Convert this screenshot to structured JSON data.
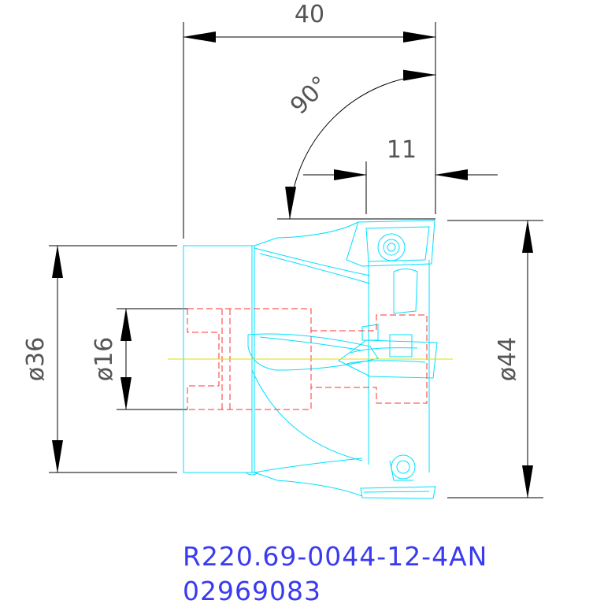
{
  "dimensions": {
    "width_40": "40",
    "angle_90": "90°",
    "width_11": "11",
    "dia_36": "ø36",
    "dia_16": "ø16",
    "dia_44": "ø44"
  },
  "title": {
    "part_number": "R220.69-0044-12-4AN",
    "order_code": "02969083"
  },
  "colors": {
    "dimension": "#000000",
    "outline": "#00e0ff",
    "hidden": "#ff3030",
    "centerline": "#e0e000",
    "title": "#3a3af0"
  }
}
